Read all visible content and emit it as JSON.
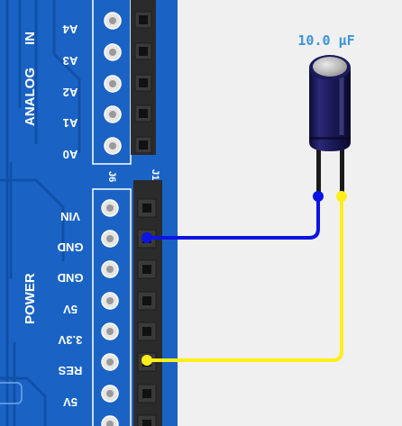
{
  "board": {
    "analog_section_label": "ANALOG IN",
    "analog_section_label_a": "ANALOG",
    "analog_section_label_b": "IN",
    "power_section_label": "POWER",
    "analog_header_id": "J6",
    "power_header_id": "J1",
    "analog_pins": [
      "A4",
      "A3",
      "A2",
      "A1",
      "A0"
    ],
    "power_pins": [
      "VIN",
      "GND",
      "GND",
      "5V",
      "3.3V",
      "RES",
      "5V",
      ""
    ],
    "colors": {
      "pcb": "#1a63c4",
      "trace": "#0f4fa6",
      "header": "#2b2b2b"
    }
  },
  "component": {
    "type": "electrolytic capacitor",
    "value_label": "10.0 µF",
    "colors": {
      "body": "#1b1a5a",
      "label_text": "#3a96d6"
    }
  },
  "wires": [
    {
      "id": "negative-wire",
      "from": "capacitor negative lead",
      "to": "GND",
      "color": "#0b14e0"
    },
    {
      "id": "positive-wire",
      "from": "capacitor positive lead",
      "to": "RES",
      "color": "#ffee1a"
    }
  ]
}
